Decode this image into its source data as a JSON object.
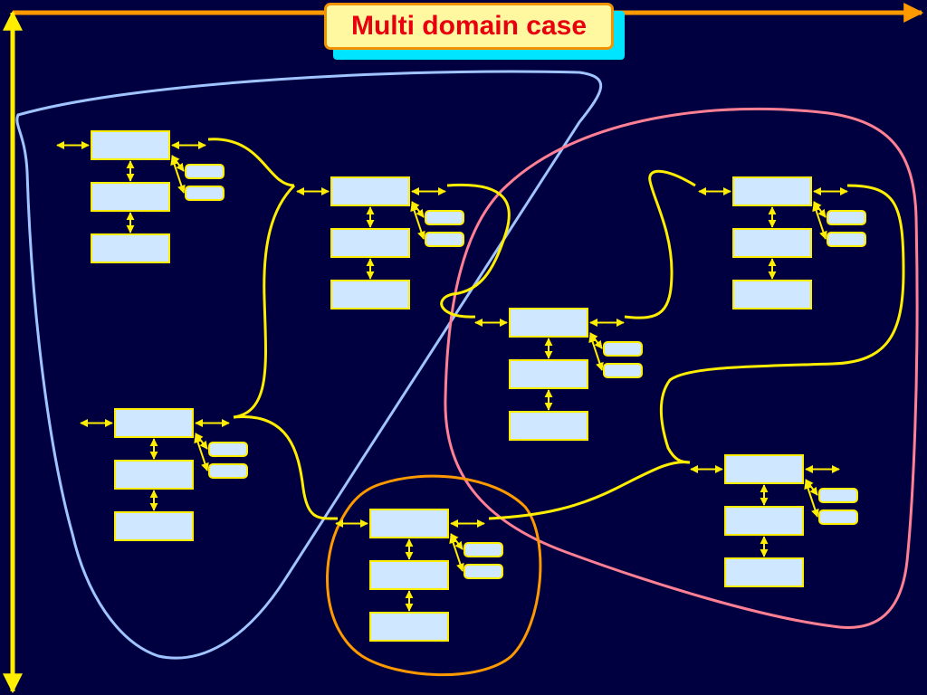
{
  "slide": {
    "title": "Multi domain case"
  },
  "colors": {
    "background": "#000040",
    "axis_horizontal": "#ff9900",
    "axis_vertical": "#ffee00",
    "connector": "#ffee00",
    "node_fill": "#cfe8ff",
    "node_border": "#ffee00",
    "domain_blue": "#9fc4ff",
    "domain_pink": "#ff7f94",
    "domain_orange": "#ff9900"
  },
  "diagram": {
    "nodes": [
      {
        "id": "node-1"
      },
      {
        "id": "node-2"
      },
      {
        "id": "node-3"
      },
      {
        "id": "node-4"
      },
      {
        "id": "node-5"
      },
      {
        "id": "node-6"
      },
      {
        "id": "node-7"
      },
      {
        "id": "node-8"
      }
    ],
    "domains": [
      {
        "id": "domain-blue",
        "color": "#9fc4ff"
      },
      {
        "id": "domain-pink",
        "color": "#ff7f94"
      },
      {
        "id": "domain-orange",
        "color": "#ff9900"
      }
    ]
  }
}
